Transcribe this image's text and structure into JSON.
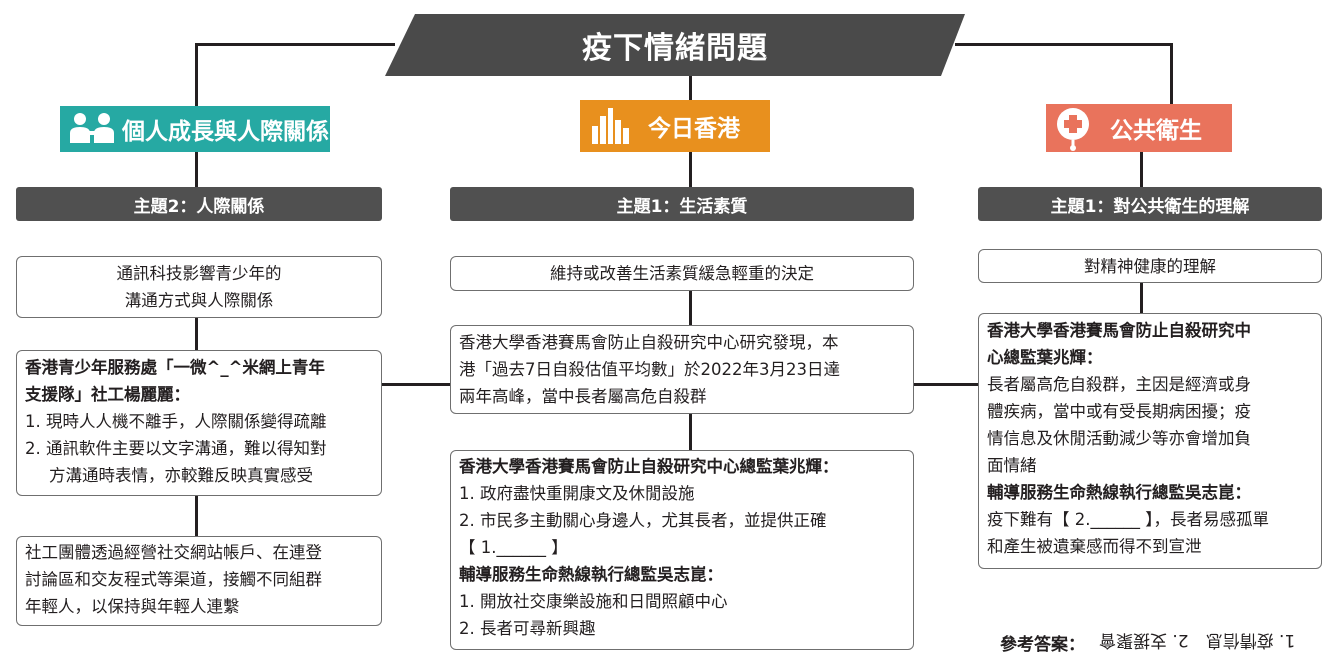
{
  "title": "疫下情緒問題",
  "categories": [
    {
      "label": "個人成長與人際關係",
      "color": "#26a9a3",
      "icon": "people-icon"
    },
    {
      "label": "今日香港",
      "color": "#e8901e",
      "icon": "city-skyline-icon"
    },
    {
      "label": "公共衛生",
      "color": "#e9735c",
      "icon": "stethoscope-icon"
    }
  ],
  "left": {
    "theme": "主題2：人際關係",
    "box1": [
      "通訊科技影響青少年的",
      "溝通方式與人際關係"
    ],
    "box2": {
      "heading": [
        "香港青少年服務處「一微^_^米網上青年",
        "支援隊」社工楊麗麗："
      ],
      "items": [
        "1. 現時人人機不離手，人際關係變得疏離",
        "2. 通訊軟件主要以文字溝通，難以得知對",
        "方溝通時表情，亦較難反映真實感受"
      ]
    },
    "box3": [
      "社工團體透過經營社交網站帳戶、在連登",
      "討論區和交友程式等渠道，接觸不同組群",
      "年輕人，以保持與年輕人連繫"
    ]
  },
  "middle": {
    "theme": "主題1：生活素質",
    "box1": "維持或改善生活素質緩急輕重的決定",
    "box2": [
      "香港大學香港賽馬會防止自殺研究中心研究發現，本",
      "港「過去7日自殺估值平均數」於2022年3月23日達",
      "兩年高峰，當中長者屬高危自殺群"
    ],
    "box3": {
      "heading1": "香港大學香港賽馬會防止自殺研究中心總監葉兆輝：",
      "items1": [
        "1. 政府盡快重開康文及休閒設施",
        "2. 市民多主動關心身邊人，尤其長者，並提供正確",
        "【 1.______ 】"
      ],
      "heading2": "輔導服務生命熱線執行總監吳志崑：",
      "items2": [
        "1. 開放社交康樂設施和日間照顧中心",
        "2. 長者可尋新興趣"
      ]
    }
  },
  "right": {
    "theme": "主題1：對公共衛生的理解",
    "box1": "對精神健康的理解",
    "box2": {
      "heading1": [
        "香港大學香港賽馬會防止自殺研究中",
        "心總監葉兆輝："
      ],
      "body1": [
        "長者屬高危自殺群，主因是經濟或身",
        "體疾病，當中或有受長期病困擾；疫",
        "情信息及休閒活動減少等亦會增加負",
        "面情緒"
      ],
      "heading2": "輔導服務生命熱線執行總監吳志崑：",
      "body2": [
        "疫下難有【 2.______ 】，長者易感孤單",
        "和產生被遺棄感而得不到宣泄"
      ]
    }
  },
  "answer": {
    "label": "參考答案：",
    "upside_down": "1. 疫情信息　2. 支援聚會"
  }
}
